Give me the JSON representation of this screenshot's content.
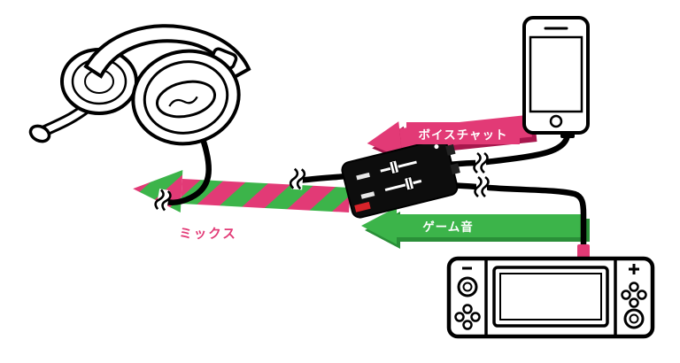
{
  "arrows": {
    "voice_chat": {
      "label": "ボイスチャット",
      "color_key": "pink",
      "direction": "smartphone-to-mixer"
    },
    "game_sound": {
      "label": "ゲーム音",
      "color_key": "green",
      "direction": "console-to-mixer"
    },
    "mix": {
      "label": "ミックス",
      "color_key": "stripes",
      "direction": "mixer-to-headset"
    }
  },
  "devices": [
    "headset",
    "smartphone",
    "audio-mixer",
    "game-console"
  ],
  "colors": {
    "pink": "#e23a76",
    "pinkDark": "#a8174d",
    "green": "#3cb44a",
    "greenDark": "#2a8f38",
    "red": "#d8232a",
    "background": "#ffffff"
  }
}
